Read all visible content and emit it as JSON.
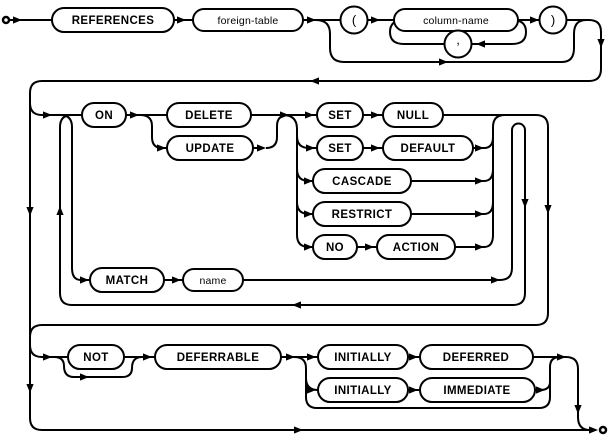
{
  "diagram": {
    "kind": "railroad-syntax-diagram",
    "colors": {
      "line": "#000000",
      "node_fill": "#ffffff",
      "background": "#ffffff"
    },
    "nodes": {
      "references": {
        "label": "REFERENCES",
        "kind": "keyword"
      },
      "foreign_table": {
        "label": "foreign-table",
        "kind": "variable"
      },
      "open_paren": {
        "label": "(",
        "kind": "punctuation"
      },
      "column_name": {
        "label": "column-name",
        "kind": "variable"
      },
      "comma": {
        "label": ",",
        "kind": "punctuation"
      },
      "close_paren": {
        "label": ")",
        "kind": "punctuation"
      },
      "on": {
        "label": "ON",
        "kind": "keyword"
      },
      "delete": {
        "label": "DELETE",
        "kind": "keyword"
      },
      "update": {
        "label": "UPDATE",
        "kind": "keyword"
      },
      "set_1": {
        "label": "SET",
        "kind": "keyword"
      },
      "null": {
        "label": "NULL",
        "kind": "keyword"
      },
      "set_2": {
        "label": "SET",
        "kind": "keyword"
      },
      "default": {
        "label": "DEFAULT",
        "kind": "keyword"
      },
      "cascade": {
        "label": "CASCADE",
        "kind": "keyword"
      },
      "restrict": {
        "label": "RESTRICT",
        "kind": "keyword"
      },
      "no": {
        "label": "NO",
        "kind": "keyword"
      },
      "action": {
        "label": "ACTION",
        "kind": "keyword"
      },
      "match": {
        "label": "MATCH",
        "kind": "keyword"
      },
      "name": {
        "label": "name",
        "kind": "variable"
      },
      "not": {
        "label": "NOT",
        "kind": "keyword"
      },
      "deferrable": {
        "label": "DEFERRABLE",
        "kind": "keyword"
      },
      "initially_1": {
        "label": "INITIALLY",
        "kind": "keyword"
      },
      "deferred": {
        "label": "DEFERRED",
        "kind": "keyword"
      },
      "initially_2": {
        "label": "INITIALLY",
        "kind": "keyword"
      },
      "immediate": {
        "label": "IMMEDIATE",
        "kind": "keyword"
      }
    }
  }
}
